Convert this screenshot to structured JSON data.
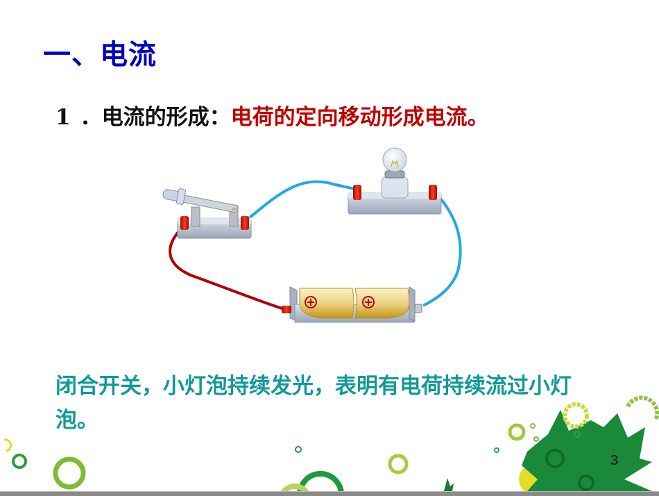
{
  "slide": {
    "title": "一、电流",
    "point": {
      "number": "1",
      "label": "．电流的形成：",
      "definition": "电荷的定向移动形成电流。"
    },
    "explanation": "闭合开关，小灯泡持续发光，表明有电荷持续流过小灯泡。",
    "page_number": "3"
  },
  "diagram": {
    "components": [
      "switch-icon",
      "bulb-icon",
      "battery-holder-icon",
      "battery-cell-icon",
      "battery-cell-icon"
    ],
    "battery_cell_marks": [
      "⊕",
      "⊕"
    ],
    "wire_colors": {
      "positive": "#c00000",
      "other": "#22aadd"
    }
  },
  "colors": {
    "title": "#0000c0",
    "definition": "#c00000",
    "explanation": "#119999",
    "leaf": "#1a8a3a",
    "bubble_light": "#a6cc3a",
    "bubble_dark": "#1f9a3c",
    "bubble_yellow": "#e8e020"
  }
}
